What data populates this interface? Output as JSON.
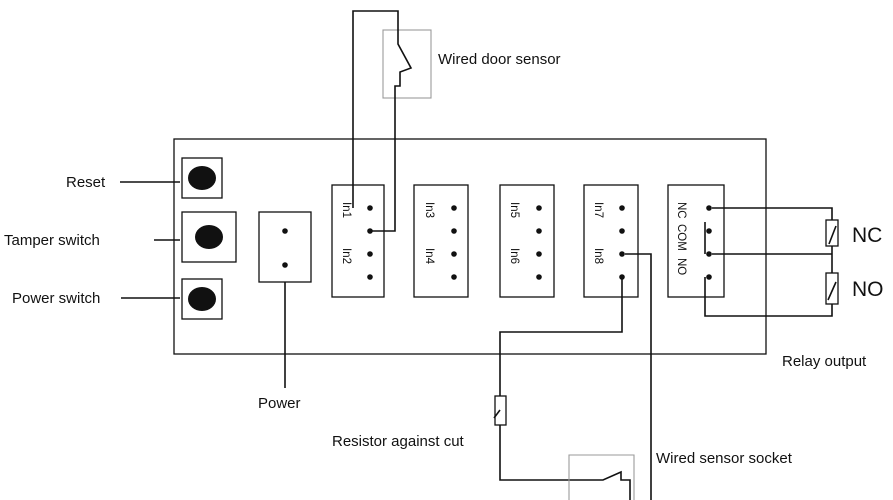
{
  "labels": {
    "wired_door_sensor": "Wired door sensor",
    "reset": "Reset",
    "tamper_switch": "Tamper switch",
    "power_switch": "Power switch",
    "power": "Power",
    "resistor_against_cut": "Resistor against cut",
    "wired_sensor_socket": "Wired  sensor socket",
    "relay_output": "Relay output",
    "nc_contact": "NC",
    "no_contact": "NO"
  },
  "terminals": {
    "block1": [
      "In1",
      "In2"
    ],
    "block2": [
      "In3",
      "In4"
    ],
    "block3": [
      "In5",
      "In6"
    ],
    "block4": [
      "In7",
      "In8"
    ],
    "relay": [
      "NC",
      "COM",
      "NO"
    ]
  },
  "colors": {
    "line": "#111111",
    "sensor_outline": "#9a9a9a"
  }
}
